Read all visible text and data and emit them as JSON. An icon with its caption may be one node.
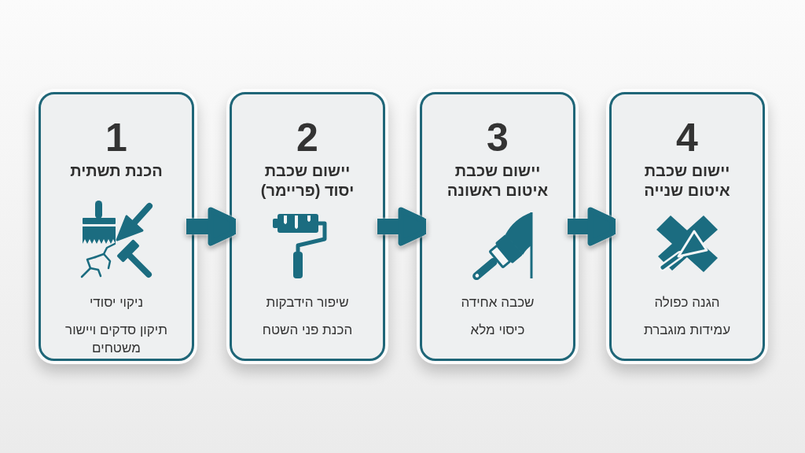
{
  "diagram": {
    "nodes": [
      {
        "text": [
          "1",
          "הכנת תשתית",
          "ניקוי יסודי",
          "תיקון סדקים ויישור משטחים"
        ]
      },
      {
        "text": [
          "2",
          "יישום שכבת יסוד (פריימר)",
          "שיפור הידבקות",
          "הכנת פני השטח"
        ]
      },
      {
        "text": [
          "3",
          "יישום שכבת איטום ראשונה",
          "שכבה אחידה",
          "כיסוי מלא"
        ]
      },
      {
        "text": [
          "4",
          "יישום שכבת איטום שנייה",
          "הגנה כפולה",
          "עמידות מוגברת"
        ]
      }
    ],
    "edges": [
      {
        "from": 0,
        "to": 1,
        "arrow": "to"
      },
      {
        "from": 1,
        "to": 2,
        "arrow": "to"
      },
      {
        "from": 2,
        "to": 3,
        "arrow": "to"
      }
    ]
  }
}
